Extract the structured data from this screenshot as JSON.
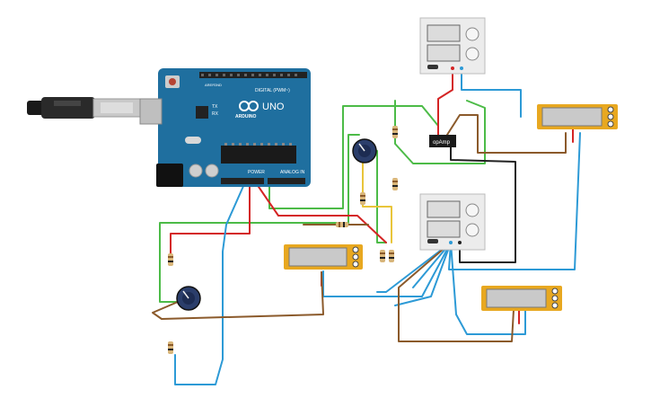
{
  "arduino": {
    "logo_text": "ARDUINO",
    "model": "UNO",
    "header_digital": "DIGITAL (PWM~)",
    "header_power": "POWER",
    "header_analog": "ANALOG IN",
    "tx_label": "TX",
    "rx_label": "RX",
    "aref_label": "AREF",
    "gnd_label": "GND"
  },
  "opamp": {
    "label": "opAmp"
  },
  "colors": {
    "board": "#1f6f9f",
    "wire_red": "#d42424",
    "wire_blue": "#2d9ad6",
    "wire_green": "#4cbb47",
    "wire_brown": "#8b5a2b",
    "wire_yellow": "#e9c53a",
    "wire_black": "#222222",
    "multimeter": "#e8a820"
  },
  "icons": {
    "usb": "usb-plug-icon",
    "potentiometer": "potentiometer-knob-icon",
    "multimeter": "multimeter-icon",
    "power_supply": "power-supply-icon",
    "resistor": "resistor-icon"
  }
}
